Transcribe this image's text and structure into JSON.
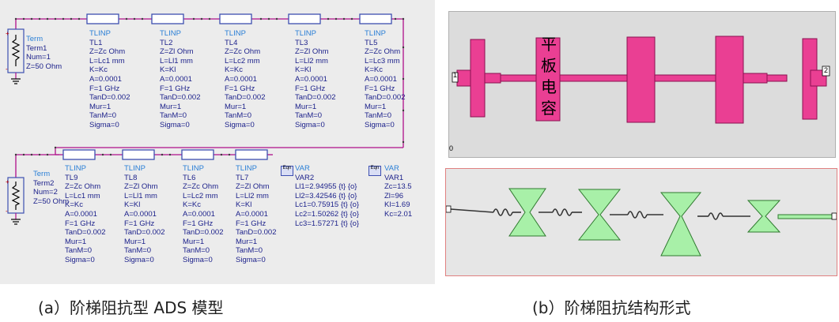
{
  "panel_a": {
    "terms": [
      {
        "lines": [
          "Term",
          "Term1",
          "Num=1",
          "Z=50 Ohm"
        ]
      },
      {
        "lines": [
          "Term",
          "Term2",
          "Num=2",
          "Z=50 Ohm"
        ]
      }
    ],
    "row1": [
      {
        "lines": [
          "TLINP",
          "TL1",
          "Z=Zc Ohm",
          "L=Lc1 mm",
          "K=Kc",
          "A=0.0001",
          "F=1 GHz",
          "TanD=0.002",
          "Mur=1",
          "TanM=0",
          "Sigma=0"
        ]
      },
      {
        "lines": [
          "TLINP",
          "TL2",
          "Z=Zl Ohm",
          "L=Ll1 mm",
          "K=Kl",
          "A=0.0001",
          "F=1 GHz",
          "TanD=0.002",
          "Mur=1",
          "TanM=0",
          "Sigma=0"
        ]
      },
      {
        "lines": [
          "TLINP",
          "TL4",
          "Z=Zc Ohm",
          "L=Lc2 mm",
          "K=Kc",
          "A=0.0001",
          "F=1 GHz",
          "TanD=0.002",
          "Mur=1",
          "TanM=0",
          "Sigma=0"
        ]
      },
      {
        "lines": [
          "TLINP",
          "TL3",
          "Z=Zl Ohm",
          "L=Ll2 mm",
          "K=Kl",
          "A=0.0001",
          "F=1 GHz",
          "TanD=0.002",
          "Mur=1",
          "TanM=0",
          "Sigma=0"
        ]
      },
      {
        "lines": [
          "TLINP",
          "TL5",
          "Z=Zc Ohm",
          "L=Lc3 mm",
          "K=Kc",
          "A=0.0001",
          "F=1 GHz",
          "TanD=0.002",
          "Mur=1",
          "TanM=0",
          "Sigma=0"
        ]
      }
    ],
    "row2": [
      {
        "lines": [
          "TLINP",
          "TL9",
          "Z=Zc Ohm",
          "L=Lc1 mm",
          "K=Kc",
          "A=0.0001",
          "F=1 GHz",
          "TanD=0.002",
          "Mur=1",
          "TanM=0",
          "Sigma=0"
        ]
      },
      {
        "lines": [
          "TLINP",
          "TL8",
          "Z=Zl Ohm",
          "L=Ll1 mm",
          "K=Kl",
          "A=0.0001",
          "F=1 GHz",
          "TanD=0.002",
          "Mur=1",
          "TanM=0",
          "Sigma=0"
        ]
      },
      {
        "lines": [
          "TLINP",
          "TL6",
          "Z=Zc Ohm",
          "L=Lc2 mm",
          "K=Kc",
          "A=0.0001",
          "F=1 GHz",
          "TanD=0.002",
          "Mur=1",
          "TanM=0",
          "Sigma=0"
        ]
      },
      {
        "lines": [
          "TLINP",
          "TL7",
          "Z=Zl Ohm",
          "L=Ll2 mm",
          "K=Kl",
          "A=0.0001",
          "F=1 GHz",
          "TanD=0.002",
          "Mur=1",
          "TanM=0",
          "Sigma=0"
        ]
      }
    ],
    "vars": [
      {
        "icon": "Eqn",
        "lines": [
          "VAR",
          "VAR2",
          "Ll1=2.94955 {t} {o}",
          "Ll2=3.42546 {t} {o}",
          "Lc1=0.75915 {t} {o}",
          "Lc2=1.50262 {t} {o}",
          "Lc3=1.57271 {t} {o}"
        ]
      },
      {
        "icon": "Eqn",
        "lines": [
          "VAR",
          "VAR1",
          "Zc=13.5",
          "Zl=96",
          "Kl=1.69",
          "Kc=2.01"
        ]
      }
    ],
    "caption": "(a）阶梯阻抗型 ADS 模型"
  },
  "panel_b": {
    "port_labels": [
      "1",
      "2",
      "0"
    ],
    "capacitor_label": [
      "平",
      "板",
      "电",
      "容"
    ],
    "caption": "(b）阶梯阻抗结构形式"
  },
  "colors": {
    "wire": "#b0108a",
    "pad_pink": "#ea3f93",
    "bowtie_green": "#a8f0a8",
    "label_blue": "#1a1f8a"
  }
}
